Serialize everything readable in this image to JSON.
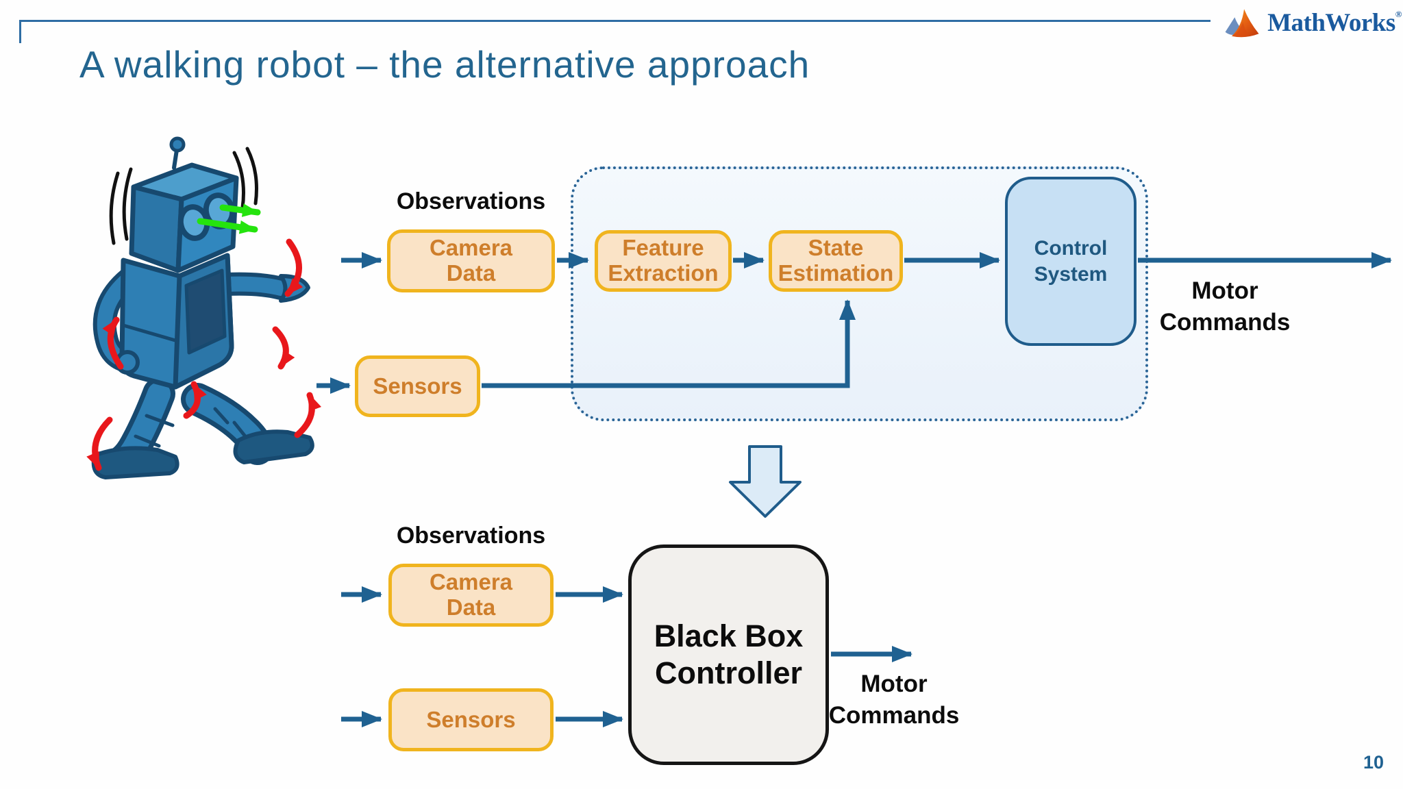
{
  "slide": {
    "title": "A walking robot – the alternative approach",
    "page_number": "10"
  },
  "logo": {
    "text": "MathWorks",
    "registered_mark": "®"
  },
  "top_diagram": {
    "observations_label": "Observations",
    "camera_box": {
      "line1": "Camera",
      "line2": "Data"
    },
    "sensors_box": {
      "label": "Sensors"
    },
    "feature_box": {
      "line1": "Feature",
      "line2": "Extraction"
    },
    "state_box": {
      "line1": "State",
      "line2": "Estimation"
    },
    "control_box": {
      "line1": "Control",
      "line2": "System"
    },
    "motor_label": {
      "line1": "Motor",
      "line2": "Commands"
    }
  },
  "bottom_diagram": {
    "observations_label": "Observations",
    "camera_box": {
      "line1": "Camera",
      "line2": "Data"
    },
    "sensors_box": {
      "label": "Sensors"
    },
    "blackbox": {
      "line1": "Black Box",
      "line2": "Controller"
    },
    "motor_label": {
      "line1": "Motor",
      "line2": "Commands"
    }
  },
  "colors": {
    "title_blue": "#23658F",
    "header_rule_blue": "#2E6DA4",
    "connector_arrow_blue": "#1F6191",
    "process_box_fill": "#FAE3C6",
    "process_box_border": "#F0B41E",
    "process_box_text": "#CE7E2B",
    "dotted_container_fill": "#ECF3FB",
    "dotted_container_border": "#2A6496",
    "control_box_fill": "#C7E0F4",
    "control_box_border": "#1F5C8B",
    "control_box_text": "#1F5880",
    "blackbox_fill": "#F2F0ED",
    "blackbox_border": "#151515",
    "block_arrow_fill": "#DCEBF7",
    "label_black": "#0C0C0C",
    "robot_blue": "#2E7FB4",
    "motion_arrow_red": "#E8171B",
    "gaze_arrow_green": "#25E30E",
    "logo_text_blue": "#1A5A9E",
    "page_number_blue": "#1F6191"
  }
}
